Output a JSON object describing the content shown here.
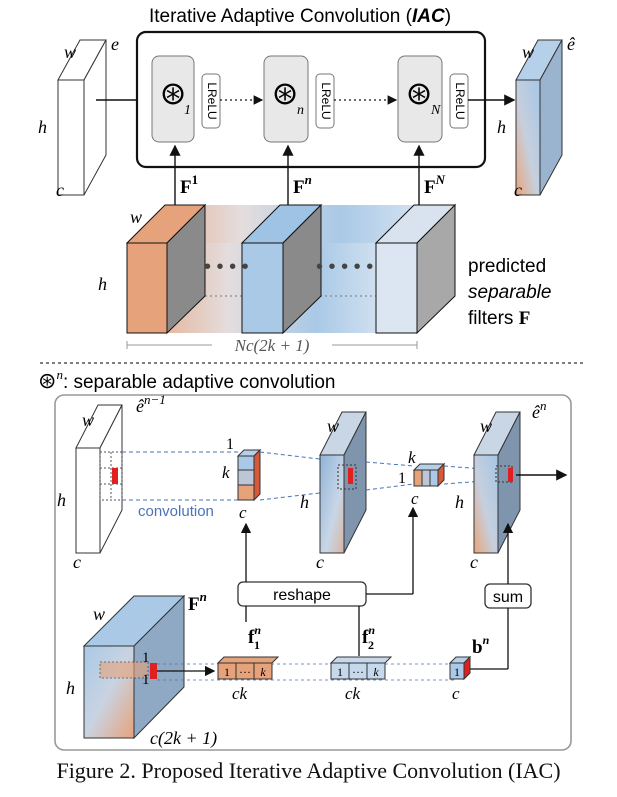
{
  "title": "Iterative Adaptive Convolution",
  "title_abbrev": "IAC",
  "top": {
    "input": {
      "w": "w",
      "h": "h",
      "c": "c",
      "e": "e"
    },
    "output": {
      "w": "w",
      "h": "h",
      "c": "c",
      "e_hat": "ê"
    },
    "ops": [
      {
        "glyph": "⊛",
        "sup": "1",
        "act": "LReLU"
      },
      {
        "glyph": "⊛",
        "sup": "n",
        "act": "LReLU"
      },
      {
        "glyph": "⊛",
        "sup": "N",
        "act": "LReLU"
      }
    ],
    "filters": [
      {
        "base": "F",
        "sup": "1"
      },
      {
        "base": "F",
        "sup": "n"
      },
      {
        "base": "F",
        "sup": "N"
      }
    ],
    "tensor": {
      "w": "w",
      "h": "h",
      "dots": "• • • •",
      "dots2": "• • • • •"
    },
    "tensor_width_label": "Nc(2k + 1)",
    "pred_line1": "predicted",
    "pred_line2": "separable",
    "pred_line3_text": "filters ",
    "pred_line3_bold": "F"
  },
  "legend": {
    "glyph": "⊛",
    "sup": "n",
    "text": ": separable adaptive convolution"
  },
  "bottom": {
    "input": {
      "w": "w",
      "h": "h",
      "c": "c",
      "e": "ê",
      "sup": "n−1"
    },
    "conv_label": "convolution",
    "kernel1": {
      "one": "1",
      "k": "k",
      "c": "c"
    },
    "mid": {
      "w": "w",
      "h": "h",
      "c": "c"
    },
    "kernel2": {
      "k": "k",
      "one": "1",
      "c": "c"
    },
    "output": {
      "w": "w",
      "h": "h",
      "c": "c",
      "e": "ê",
      "sup": "n"
    },
    "reshape": "reshape",
    "sum": "sum",
    "fcube": {
      "w": "w",
      "h": "h",
      "F": "F",
      "sup": "n",
      "one": "1",
      "depth": "c(2k + 1)"
    },
    "f1": {
      "base": "f",
      "sub": "1",
      "sup": "n",
      "cells": [
        "1",
        "···",
        "k"
      ],
      "dim": "ck"
    },
    "f2": {
      "base": "f",
      "sub": "2",
      "sup": "n",
      "cells": [
        "1",
        "···",
        "k"
      ],
      "dim": "ck"
    },
    "b": {
      "base": "b",
      "sup": "n",
      "cell": "1",
      "dim": "c"
    }
  },
  "caption": "Figure 2. Proposed Iterative Adaptive Convolution (IAC)",
  "colors": {
    "orange": "#e6a27a",
    "blue": "#a9c9e6",
    "red": "#e02020",
    "dash_blue": "#4a74b8"
  }
}
